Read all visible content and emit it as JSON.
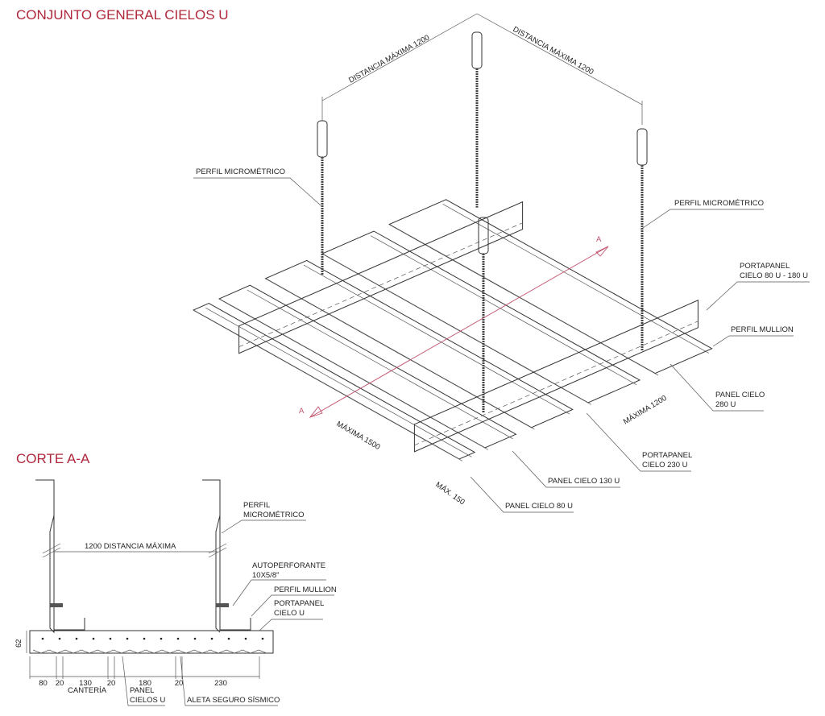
{
  "titles": {
    "main": "CONJUNTO GENERAL CIELOS U",
    "section": "CORTE A-A"
  },
  "isometric": {
    "dim_left": "DISTANCIA MÁXIMA 1200",
    "dim_right": "DISTANCIA MÁXIMA 1200",
    "dim_length": "MÁXIMA 1500",
    "dim_width": "MÁXIMA 1200",
    "dim_max150": "MÁX. 150",
    "section_mark": "A",
    "labels": {
      "perfil_micrometrico_left": "PERFIL MICROMÉTRICO",
      "perfil_micrometrico_right": "PERFIL MICROMÉTRICO",
      "portapanel_80_180": [
        "PORTAPANEL",
        "CIELO 80 U - 180 U"
      ],
      "perfil_mullion": "PERFIL MULLION",
      "panel_280": [
        "PANEL CIELO",
        "280 U"
      ],
      "portapanel_230": [
        "PORTAPANEL",
        "CIELO 230 U"
      ],
      "panel_130": "PANEL CIELO 130 U",
      "panel_80": "PANEL CIELO 80 U"
    }
  },
  "section": {
    "dim_distance": "1200 DISTANCIA MÁXIMA",
    "height": "62",
    "widths": [
      "80",
      "20",
      "130",
      "20",
      "180",
      "20",
      "230"
    ],
    "labels": {
      "perfil_micrometrico": [
        "PERFIL",
        "MICROMÉTRICO"
      ],
      "autoperforante": [
        "AUTOPERFORANTE",
        "10X5/8\""
      ],
      "perfil_mullion": "PERFIL MULLION",
      "portapanel": [
        "PORTAPANEL",
        "CIELO U"
      ],
      "canteria": "CANTERÍA",
      "panel": [
        "PANEL",
        "CIELOS U"
      ],
      "aleta": "ALETA SEGURO SÍSMICO"
    }
  }
}
